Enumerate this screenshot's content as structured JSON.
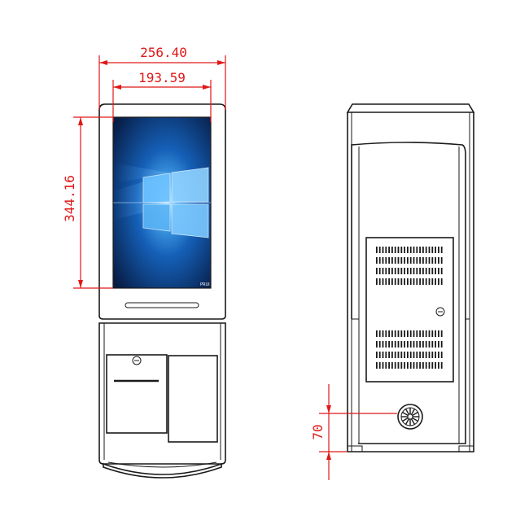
{
  "dimensions": {
    "overall_width": "256.40",
    "screen_width": "193.59",
    "screen_height": "344.16",
    "bottom_offset": "70"
  },
  "screen": {
    "brand_mark": "PRUI"
  },
  "colors": {
    "line": "#1a1a1a",
    "dimension": "#e01818",
    "screen_dark": "#0b2a5e",
    "screen_glow": "#2f8fe0"
  },
  "icons": {
    "printer_lock": "lock-icon",
    "cabinet_lock": "lock-icon",
    "fan": "fan-icon"
  }
}
